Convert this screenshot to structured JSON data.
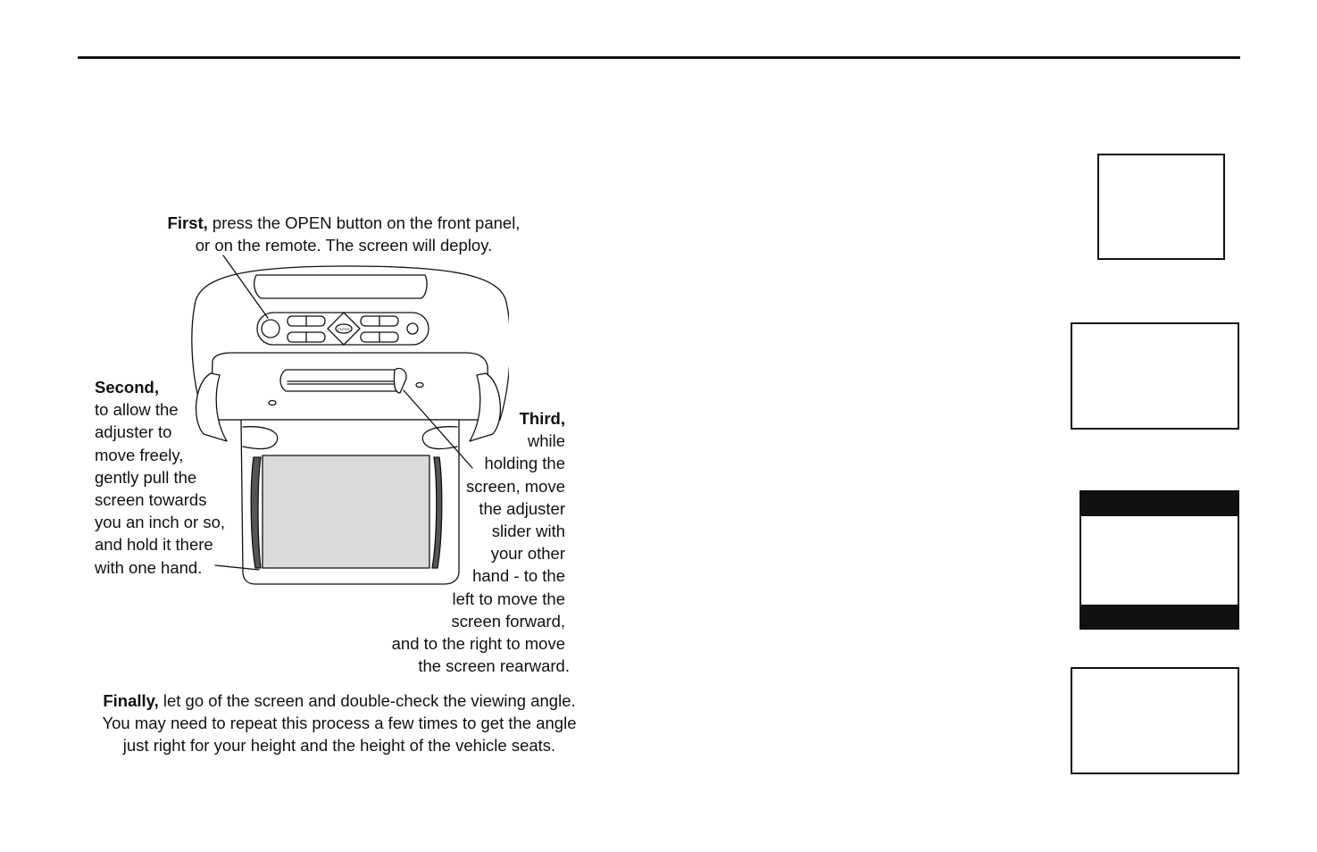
{
  "steps": {
    "first": {
      "lead": "First,",
      "line1_rest": " press the OPEN button on the front panel,",
      "line2": "or on the remote. The screen will deploy."
    },
    "second": {
      "lead": "Second,",
      "lines": [
        "to allow the",
        "adjuster to",
        "move freely,",
        "gently pull the",
        "screen towards",
        "you an inch or so,",
        "and hold it there",
        "with one hand."
      ]
    },
    "third": {
      "lead": "Third,",
      "lines": [
        "while",
        "holding the",
        "screen, move",
        "the adjuster",
        "slider with",
        "your other",
        "hand - to the",
        "left to move the",
        "screen forward,",
        "and to the right to move",
        "the screen rearward."
      ]
    },
    "finally": {
      "lead": "Finally,",
      "line1_rest": " let go of the screen and double-check the viewing angle.",
      "line2": "You may need to repeat this process a few times to get the angle",
      "line3": "just right for your height and the height of the vehicle seats."
    }
  },
  "illustration": {
    "enter_label": "ENTER"
  },
  "colors": {
    "ink": "#111111",
    "screen_fill": "#d9d9d9",
    "housing": "#ffffff"
  }
}
